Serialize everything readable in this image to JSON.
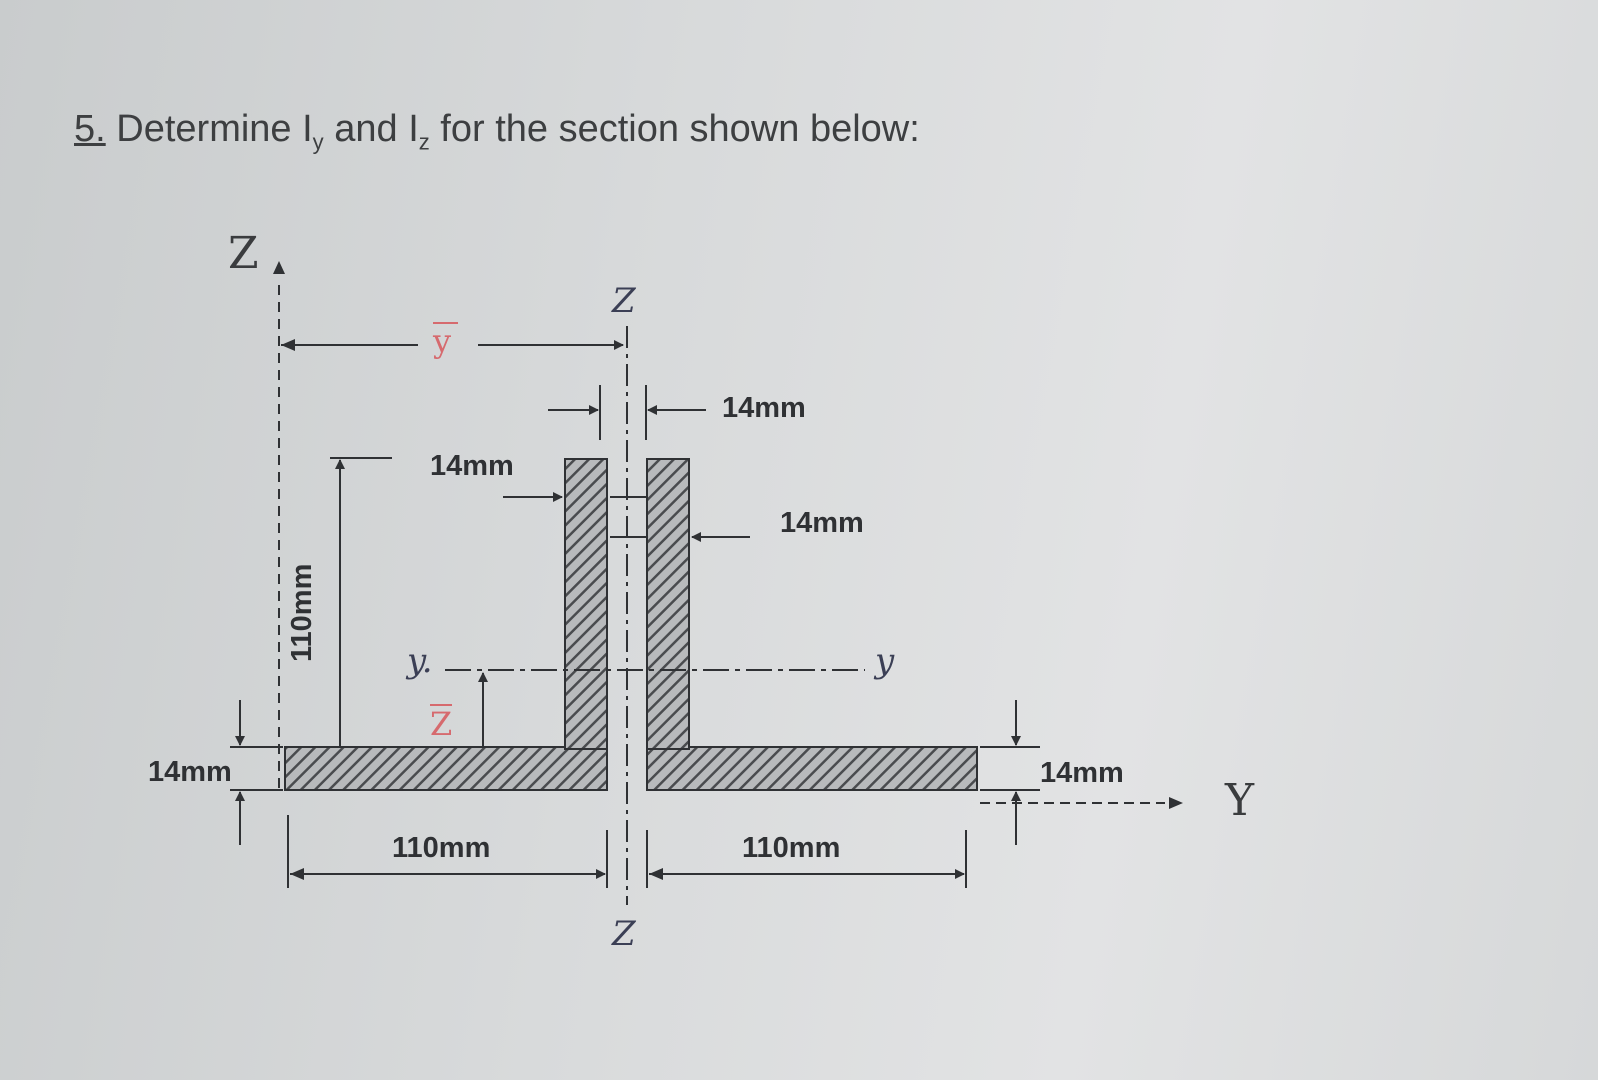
{
  "question": {
    "number": "5.",
    "text_before": "Determine I",
    "sub_y": "y",
    "and_text": " and I",
    "sub_z": "z",
    "text_after": " for the section shown below:"
  },
  "diagram": {
    "axis_Z_upper": "Z",
    "axis_Y": "Y",
    "centroid_y_bar": "y",
    "centroid_z_bar": "Z",
    "centroidal_z_top": "Z",
    "centroidal_z_bottom": "Z",
    "centroidal_y_left": "y.",
    "centroidal_y_right": "y",
    "dim_top_gap": "14mm",
    "dim_web_left": "14mm",
    "dim_web_right": "14mm",
    "dim_height": "110mm",
    "dim_flange_left": "14mm",
    "dim_flange_right": "14mm",
    "dim_width_left": "110mm",
    "dim_width_right": "110mm"
  },
  "colors": {
    "hatch_fill": "#8e9092",
    "line": "#2f3134",
    "accent_red": "#d66a6e"
  }
}
